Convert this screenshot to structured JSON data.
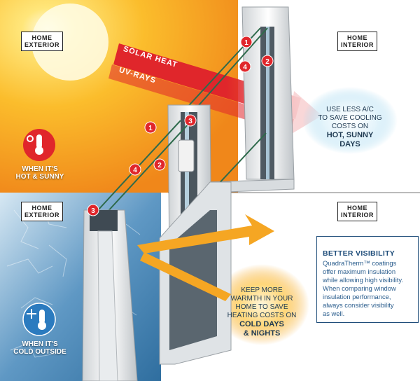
{
  "top": {
    "exterior_label": "HOME\nEXTERIOR",
    "interior_label": "HOME\nINTERIOR",
    "solar_heat": "SOLAR HEAT",
    "uv_rays": "UV-RAYS",
    "badge_caption": "WHEN IT'S\nHOT & SUNNY",
    "tip_text": "USE LESS A/C\nTO SAVE COOLING\nCOSTS ON",
    "tip_bold": "HOT, SUNNY\nDAYS"
  },
  "bottom": {
    "exterior_label": "HOME\nEXTERIOR",
    "interior_label": "HOME\nINTERIOR",
    "badge_caption": "WHEN IT'S\nCOLD OUTSIDE",
    "tip_text": "KEEP MORE\nWARMTH IN YOUR\nHOME TO SAVE\nHEATING COSTS ON",
    "tip_bold": "COLD DAYS\n& NIGHTS",
    "visibility_title": "BETTER VISIBILITY",
    "visibility_text": "QuadraTherm™ coatings\noffer maximum insulation\nwhile allowing high visibility.\nWhen comparing window\ninsulation performance,\nalways consider visibility\nas well."
  },
  "markers": [
    "1",
    "2",
    "3",
    "4"
  ],
  "colors": {
    "marker": "#e0262b",
    "sun": "#fbbd2c",
    "cold": "#3f7fb4",
    "panel": "#1f4d7a"
  },
  "icons": {
    "hot": "thermometer-sun-icon",
    "cold": "thermometer-snowflake-icon"
  }
}
